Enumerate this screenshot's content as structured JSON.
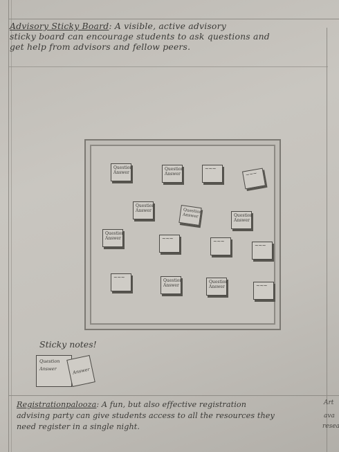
{
  "header": {
    "title": "Advisory Sticky Board",
    "line1": ": A visible, active advisory",
    "line2": "sticky board can encourage students to ask questions and",
    "line3": "get help from advisors and fellow peers."
  },
  "board": {
    "notes": [
      {
        "text": "Question Answer"
      },
      {
        "text": "Question Answer"
      },
      {
        "text": "~~~"
      },
      {
        "text": "~~~"
      },
      {
        "text": "Question Answer"
      },
      {
        "text": "Question Answer"
      },
      {
        "text": "Question Answer"
      },
      {
        "text": "Question Answer"
      },
      {
        "text": "~~~"
      },
      {
        "text": "~~~"
      },
      {
        "text": "~~~"
      },
      {
        "text": "~~~"
      },
      {
        "text": "Question Answer"
      },
      {
        "text": "Question Answer"
      },
      {
        "text": "~~~"
      }
    ]
  },
  "sticky_label": "Sticky notes!",
  "sticky_examples": {
    "question": "Question",
    "answer": "Answer",
    "answer_short": "Answer"
  },
  "footer": {
    "title": "Registrationpalooza",
    "line1": ": A fun, but also effective registration",
    "line2": "advising party can give students access to all the resources they",
    "line3": "need register in a single night."
  },
  "edge_text": {
    "right_footer": "Art",
    "right_footer2": "ava",
    "right_footer3": "resea"
  }
}
